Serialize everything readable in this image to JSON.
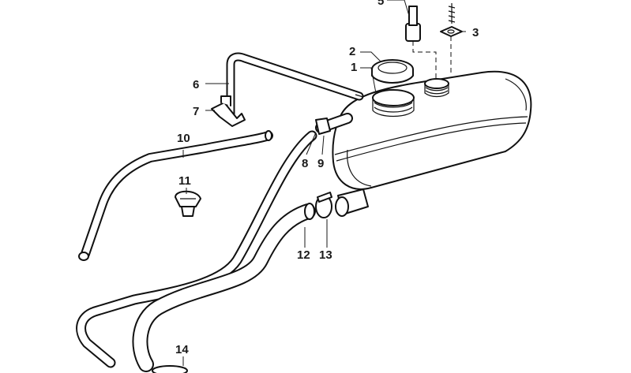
{
  "diagram": {
    "callouts": {
      "c1": "1",
      "c2": "2",
      "c3": "3",
      "c5": "5",
      "c6": "6",
      "c7": "7",
      "c8": "8",
      "c9": "9",
      "c10": "10",
      "c11": "11",
      "c12": "12",
      "c13": "13",
      "c14": "14"
    }
  }
}
